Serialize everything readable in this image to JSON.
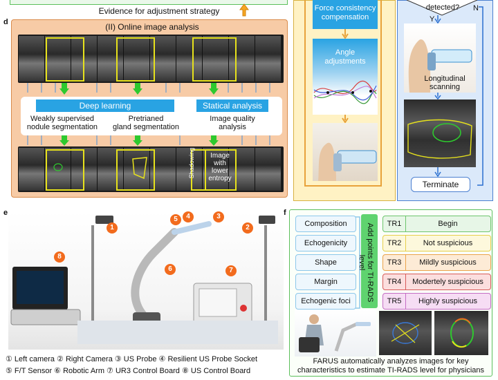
{
  "top_caption": "Evidence for adjustment strategy",
  "panel_d": {
    "letter": "d",
    "title": "(II) Online image analysis",
    "deep_learning": "Deep learning",
    "statical_analysis": "Statical analysis",
    "weakly_line1": "Weakly supervised",
    "weakly_line2": "nodule segmentation",
    "pretrained_line1": "Pretrianed",
    "pretrained_line2": "gland segmentation",
    "quality_line1": "Image quality",
    "quality_line2": "analysis",
    "shadowing": "Shadowing",
    "entropy_lines": [
      "Image",
      "with",
      "lower",
      "entropy"
    ]
  },
  "middle": {
    "force": "Force consistency compensation",
    "angle": "Angle adjustments"
  },
  "right": {
    "detected": "detected?",
    "n_label": "N",
    "y_label": "Y",
    "longitudinal_line1": "Longitudinal",
    "longitudinal_line2": "scanning",
    "terminate": "Terminate"
  },
  "panel_e": {
    "letter": "e",
    "badges": [
      "1",
      "2",
      "3",
      "4",
      "5",
      "6",
      "7",
      "8"
    ],
    "legend": [
      "① Left camera ② Right Camera ③ US Probe ④ Resilient US Probe Socket",
      "⑤ F/T Sensor ⑥ Robotic Arm ⑦ UR3 Control Board ⑧ US Control Board"
    ]
  },
  "panel_f": {
    "letter": "f",
    "criteria": [
      "Composition",
      "Echogenicity",
      "Shape",
      "Margin",
      "Echogenic foci"
    ],
    "add_points": "Add points for TI-RADS level",
    "tr_levels": [
      {
        "key": "TR1",
        "value": "Begin",
        "color": "#e7f6e7",
        "border": "#6cc46c"
      },
      {
        "key": "TR2",
        "value": "Not suspicious",
        "color": "#fdf8dc",
        "border": "#e6cf4a"
      },
      {
        "key": "TR3",
        "value": "Mildly suspicious",
        "color": "#fdebd6",
        "border": "#eaa24a"
      },
      {
        "key": "TR4",
        "value": "Modertely suspicious",
        "color": "#fbdede",
        "border": "#d85a5a"
      },
      {
        "key": "TR5",
        "value": "Highly suspicious",
        "color": "#f6ddf4",
        "border": "#c46cc4"
      }
    ],
    "caption_line1": "FARUS automatically analyzes images for key",
    "caption_line2": "characteristics to estimate TI-RADS level for physicians"
  }
}
